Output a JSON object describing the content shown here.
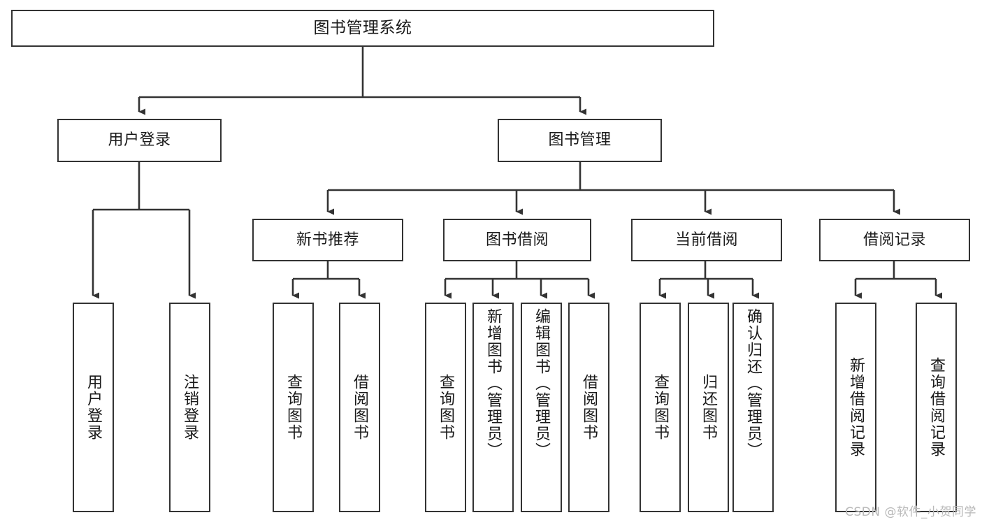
{
  "diagram": {
    "title": "图书管理系统",
    "watermark": "CSDN @软件_小贺同学",
    "colors": {
      "box_border": "#333333",
      "box_fill": "#ffffff",
      "edge": "#333333",
      "text": "#1a1a1a",
      "watermark": "#b9b9b9"
    },
    "root": {
      "label": "图书管理系统"
    },
    "level1": [
      {
        "label": "用户登录"
      },
      {
        "label": "图书管理"
      }
    ],
    "level2": [
      {
        "label": "新书推荐"
      },
      {
        "label": "图书借阅"
      },
      {
        "label": "当前借阅"
      },
      {
        "label": "借阅记录"
      }
    ],
    "leaves": {
      "user_login": [
        {
          "label": "用户登录"
        },
        {
          "label": "注销登录"
        }
      ],
      "new_book": [
        {
          "label": "查询图书"
        },
        {
          "label": "借阅图书"
        }
      ],
      "borrow_book": [
        {
          "label": "查询图书"
        },
        {
          "label": "新增图书（管理员）"
        },
        {
          "label": "编辑图书（管理员）"
        },
        {
          "label": "借阅图书"
        }
      ],
      "current_borrow": [
        {
          "label": "查询图书"
        },
        {
          "label": "归还图书"
        },
        {
          "label": "确认归还（管理员）"
        }
      ],
      "borrow_record": [
        {
          "label": "新增借阅记录"
        },
        {
          "label": "查询借阅记录"
        }
      ]
    }
  }
}
